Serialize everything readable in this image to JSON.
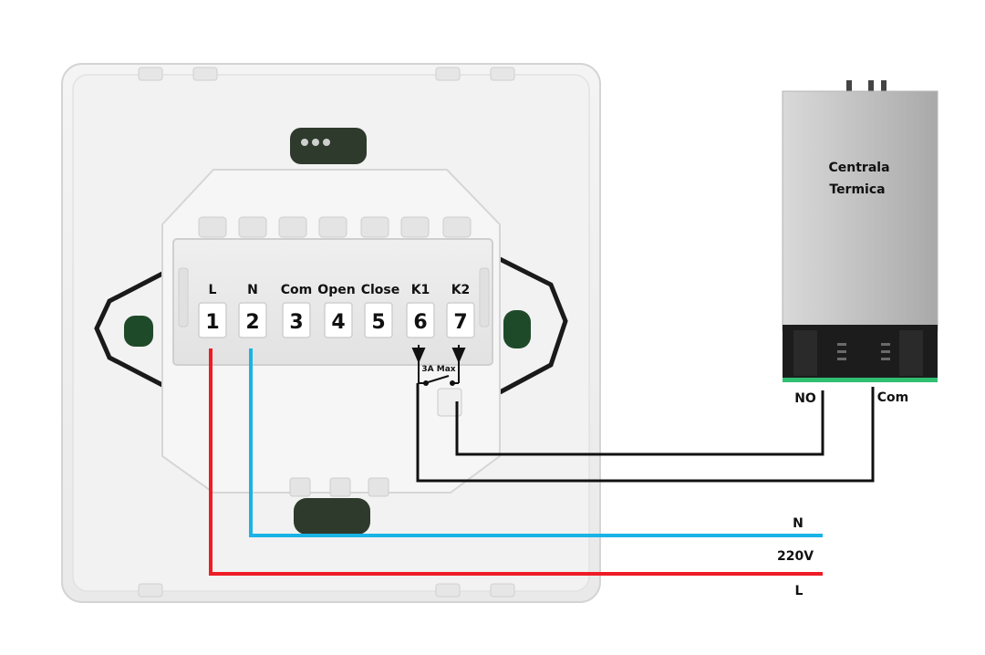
{
  "terminals": [
    {
      "label": "L",
      "number": "1"
    },
    {
      "label": "N",
      "number": "2"
    },
    {
      "label": "Com",
      "number": "3"
    },
    {
      "label": "Open",
      "number": "4"
    },
    {
      "label": "Close",
      "number": "5"
    },
    {
      "label": "K1",
      "number": "6"
    },
    {
      "label": "K2",
      "number": "7"
    }
  ],
  "relay_rating": "3A Max",
  "boiler": {
    "title_line1": "Centrala",
    "title_line2": "Termica",
    "terminal_no": "NO",
    "terminal_com": "Com"
  },
  "power": {
    "neutral_label": "N",
    "voltage_label": "220V",
    "live_label": "L"
  },
  "colors": {
    "live_wire": "#ee1c25",
    "neutral_wire": "#1ab3e6",
    "signal_wire": "#111111",
    "boiler_accent": "#2fbf71"
  }
}
